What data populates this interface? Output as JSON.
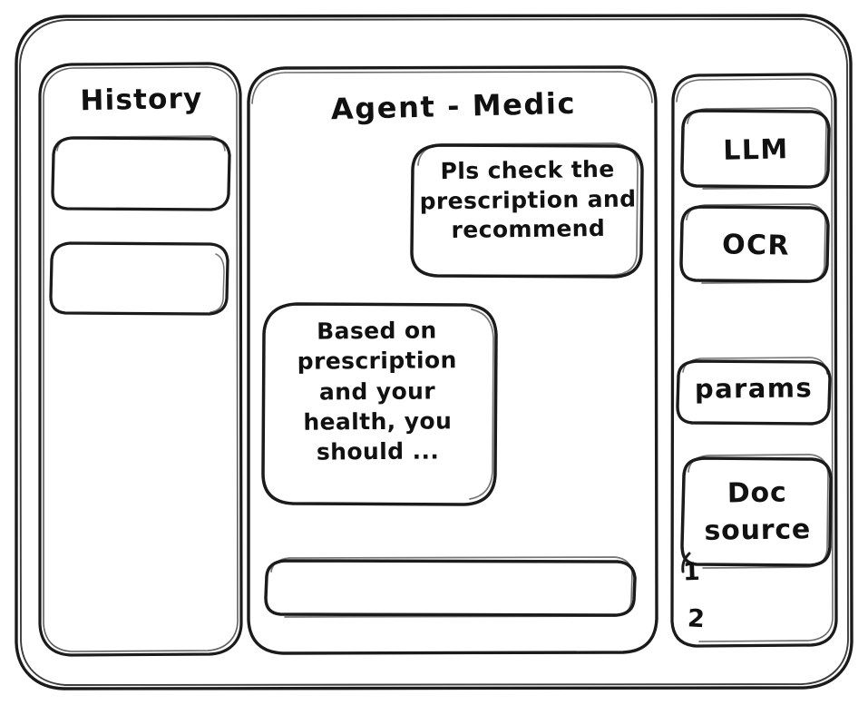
{
  "window": {
    "name": "app-window",
    "style": "hand-drawn-wireframe",
    "stroke_color": "#1b1b1b",
    "background_color": "#ffffff"
  },
  "sidebar_left": {
    "title": "History",
    "items": [
      {
        "label": "",
        "name": "history-item-1"
      },
      {
        "label": "",
        "name": "history-item-2"
      }
    ]
  },
  "main": {
    "title": "Agent - Medic",
    "messages": [
      {
        "role": "user",
        "text": "Pls check the prescription and recommend",
        "align": "right"
      },
      {
        "role": "assistant",
        "text": "Based on prescription and your health, you should ...",
        "align": "left"
      }
    ],
    "composer": {
      "value": "",
      "placeholder": ""
    }
  },
  "sidebar_right": {
    "tools": [
      {
        "label": "LLM",
        "name": "tool-llm"
      },
      {
        "label": "OCR",
        "name": "tool-ocr"
      }
    ],
    "params": {
      "label": "params"
    },
    "doc_source": {
      "label": "Doc\nsource",
      "line1": "Doc",
      "line2": "source",
      "items": [
        {
          "index": "1"
        },
        {
          "index": "2"
        }
      ]
    }
  }
}
